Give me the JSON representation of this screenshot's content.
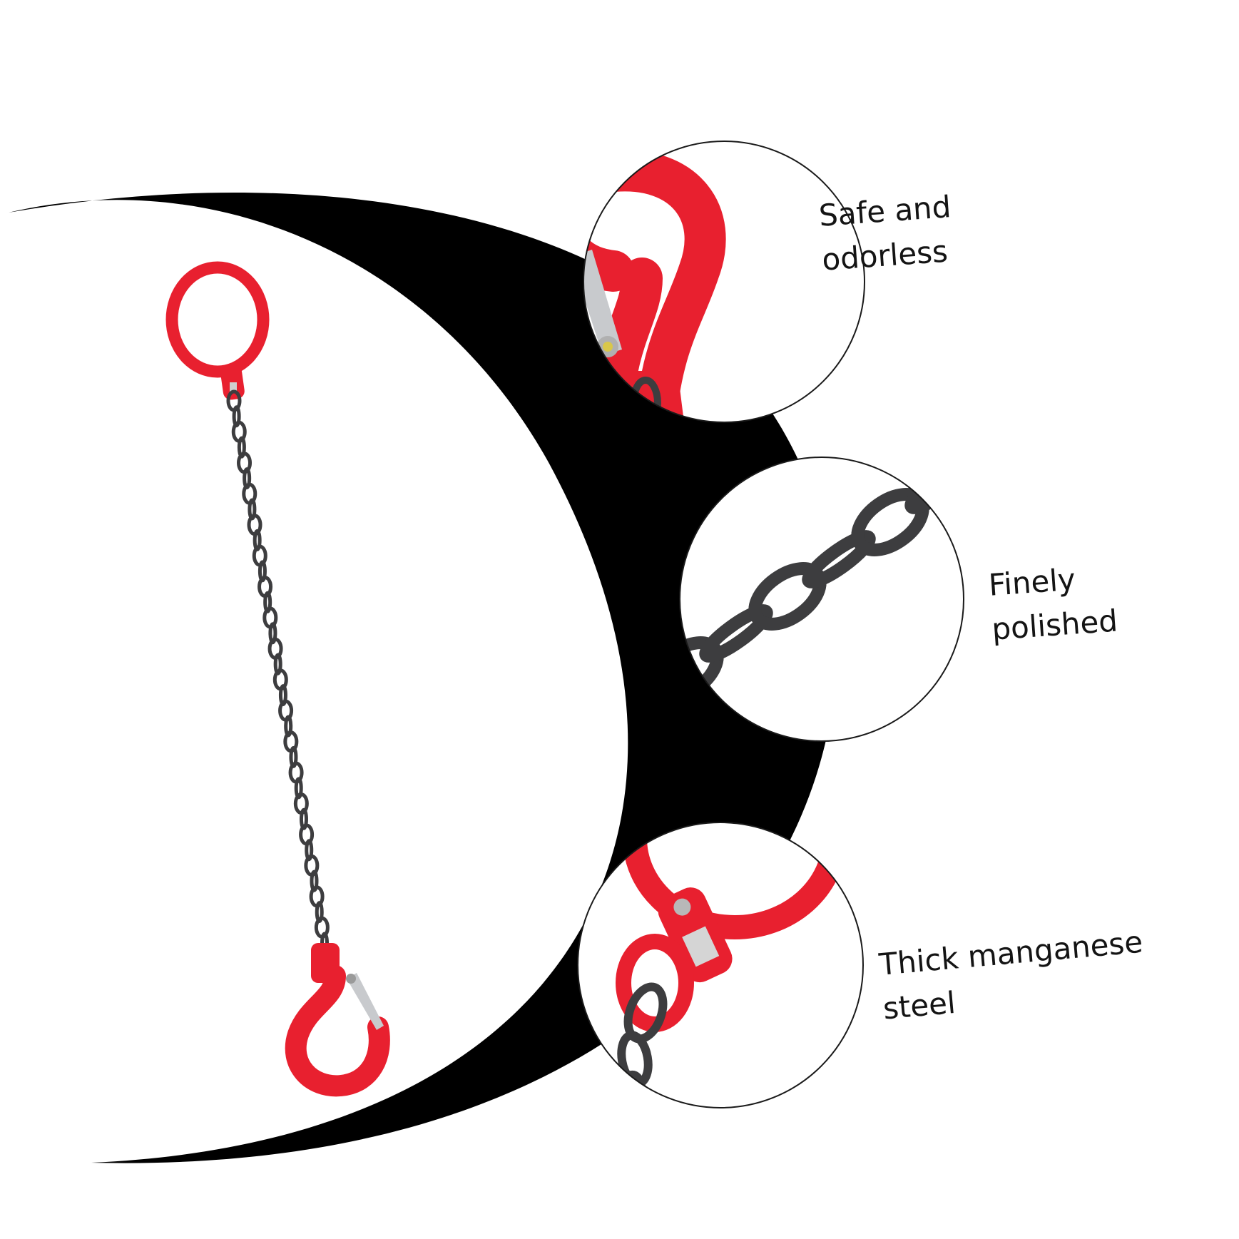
{
  "features": [
    {
      "line1": "Safe and",
      "line2": "odorless",
      "detail": "hook-with-safety-latch"
    },
    {
      "line1": "Finely",
      "line2": "polished",
      "detail": "chain-links"
    },
    {
      "line1": "Thick manganese",
      "line2": "steel",
      "detail": "master-link-connector"
    }
  ],
  "colors": {
    "background": "#ffffff",
    "crescent": "#000000",
    "hardware_red": "#e8202f",
    "chain_gray": "#3d3d3f",
    "latch_silver": "#c8cacd",
    "text": "#141414"
  },
  "icons": {
    "product": "chain-sling-icon",
    "hook": "sling-hook-icon",
    "chain": "chain-icon",
    "master_link": "master-link-icon"
  }
}
